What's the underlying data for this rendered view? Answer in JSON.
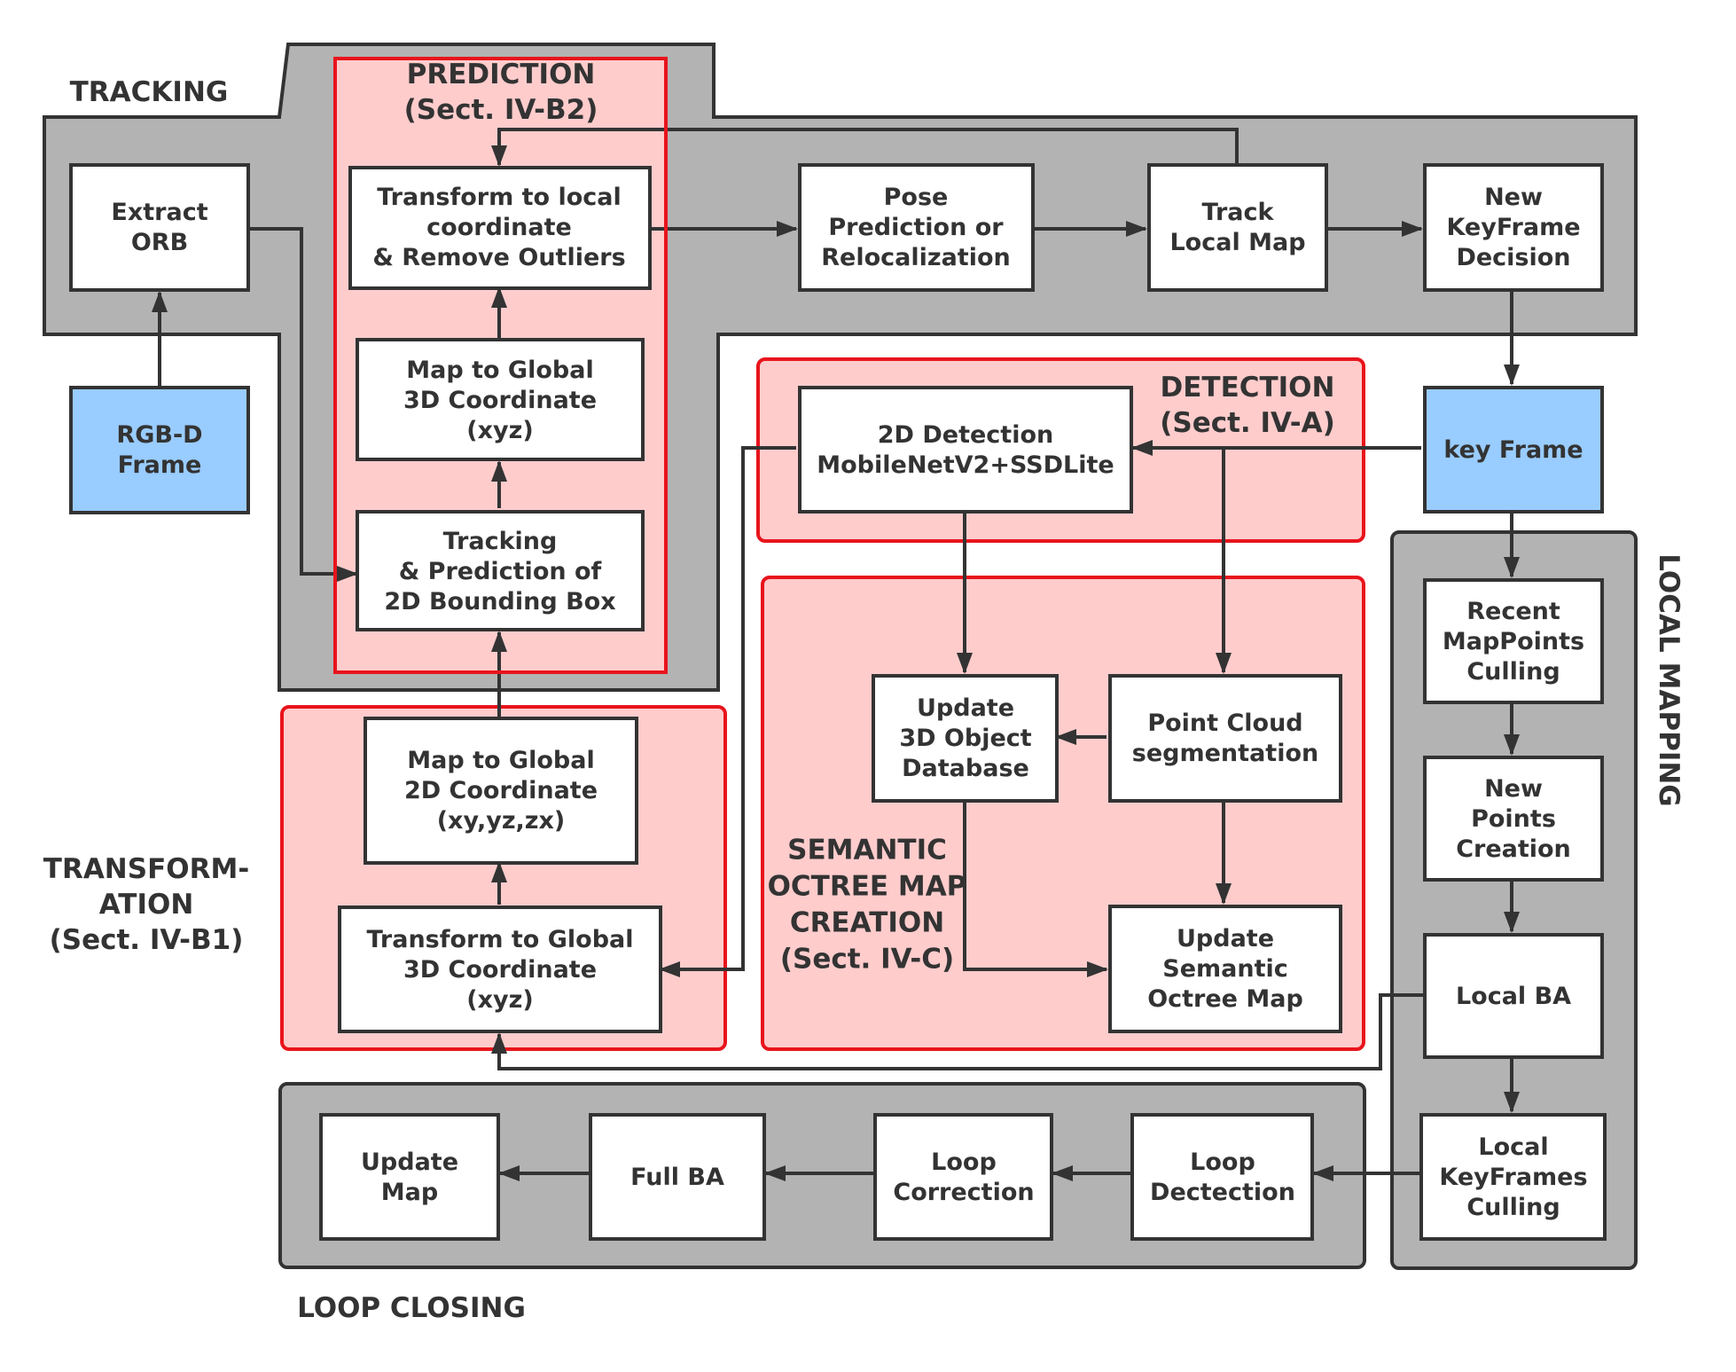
{
  "colors": {
    "gray_region": "#b3b3b3",
    "red_region": "#ffcccc",
    "red_border": "#e8141c",
    "input_blue": "#99ccff",
    "line": "#333333"
  },
  "regions": {
    "tracking": [
      "TRACKING"
    ],
    "prediction": [
      "PREDICTION",
      "(Sect. IV-B2)"
    ],
    "detection": [
      "DETECTION",
      "(Sect. IV-A)"
    ],
    "transformation": [
      "TRANSFORM-",
      "ATION",
      "(Sect. IV-B1)"
    ],
    "semantic": [
      "SEMANTIC",
      "OCTREE MAP",
      "CREATION",
      "(Sect. IV-C)"
    ],
    "local_mapping": [
      "LOCAL MAPPING"
    ],
    "loop_closing": [
      "LOOP CLOSING"
    ]
  },
  "nodes": {
    "extract_orb": [
      "Extract",
      "ORB"
    ],
    "rgbd_frame": [
      "RGB-D",
      "Frame"
    ],
    "transform_local": [
      "Transform to local",
      "coordinate",
      "& Remove Outliers"
    ],
    "map_global_3d": [
      "Map to Global",
      "3D Coordinate",
      "(xyz)"
    ],
    "tracking_prediction": [
      "Tracking",
      "& Prediction of",
      "2D Bounding Box"
    ],
    "pose_prediction": [
      "Pose",
      "Prediction or",
      "Relocalization"
    ],
    "track_local_map": [
      "Track",
      "Local Map"
    ],
    "new_keyframe_decision": [
      "New",
      "KeyFrame",
      "Decision"
    ],
    "key_frame": [
      "key Frame"
    ],
    "detection_2d": [
      "2D Detection",
      "MobileNetV2+SSDLite"
    ],
    "update_object_db": [
      "Update",
      "3D Object",
      "Database"
    ],
    "point_cloud_seg": [
      "Point Cloud",
      "segmentation"
    ],
    "update_octree": [
      "Update",
      "Semantic",
      "Octree Map"
    ],
    "map_global_2d": [
      "Map to Global",
      "2D Coordinate",
      "(xy,yz,zx)"
    ],
    "transform_global_3d": [
      "Transform to Global",
      "3D Coordinate",
      "(xyz)"
    ],
    "recent_mappoints": [
      "Recent",
      "MapPoints",
      "Culling"
    ],
    "new_points": [
      "New",
      "Points",
      "Creation"
    ],
    "local_ba": [
      "Local BA"
    ],
    "local_keyframes_culling": [
      "Local",
      "KeyFrames",
      "Culling"
    ],
    "loop_detection": [
      "Loop",
      "Dectection"
    ],
    "loop_correction": [
      "Loop",
      "Correction"
    ],
    "full_ba": [
      "Full BA"
    ],
    "update_map": [
      "Update",
      "Map"
    ]
  }
}
